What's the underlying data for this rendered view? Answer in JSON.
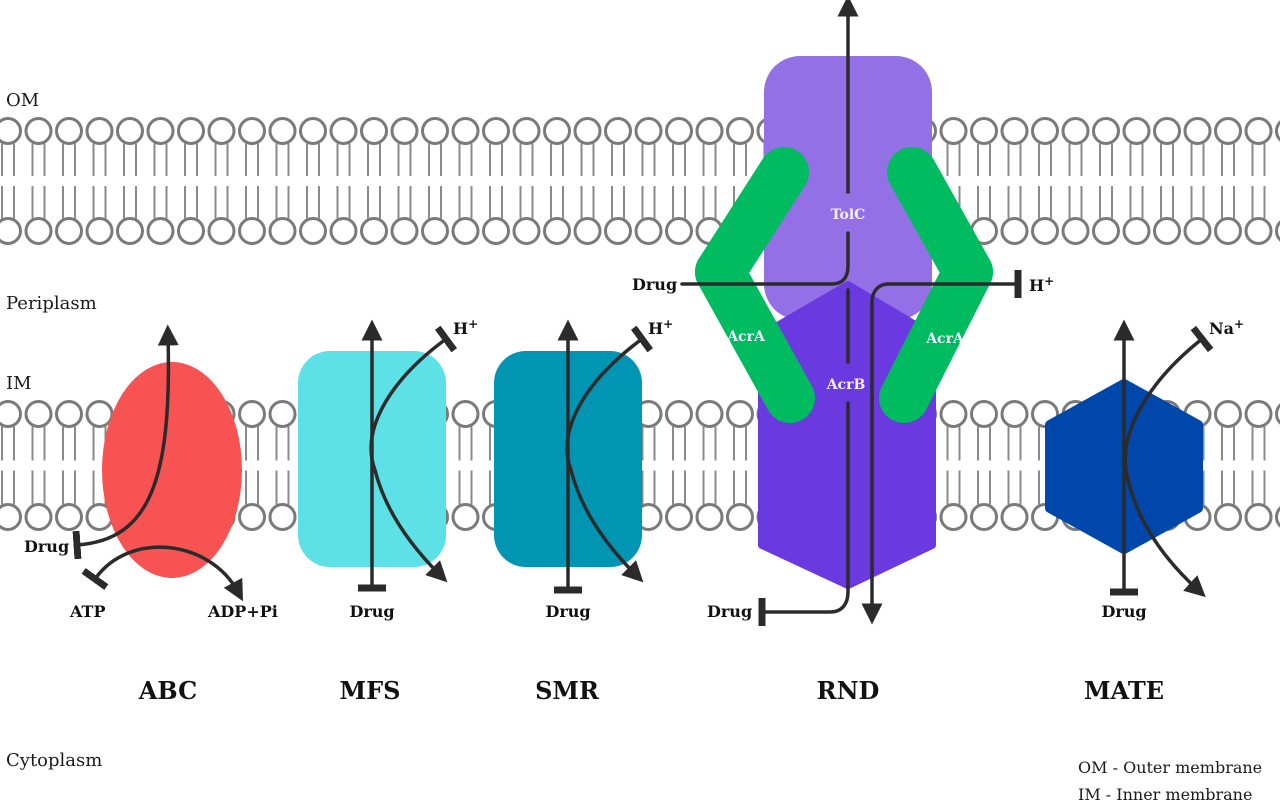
{
  "regions": {
    "outer_membrane": "OM",
    "periplasm": "Periplasm",
    "inner_membrane": "IM",
    "cytoplasm": "Cytoplasm"
  },
  "legend": {
    "om": "OM - Outer membrane",
    "im": "IM - Inner membrane"
  },
  "colors": {
    "abc": "#f75353",
    "mfs": "#5de0e6",
    "smr": "#0095b3",
    "tolc": "#9470e6",
    "acrb": "#6a3ae0",
    "acra": "#00bb60",
    "mate": "#0047ab",
    "membrane": "#7a7a7a",
    "arrow": "#2b2b2b"
  },
  "transporters": {
    "abc": {
      "family": "ABC",
      "substrate": "Drug",
      "energy_in": "ATP",
      "energy_out": "ADP+Pi"
    },
    "mfs": {
      "family": "MFS",
      "substrate": "Drug",
      "ion": "H",
      "ion_charge": "+"
    },
    "smr": {
      "family": "SMR",
      "substrate": "Drug",
      "ion": "H",
      "ion_charge": "+"
    },
    "rnd": {
      "family": "RND",
      "substrate_periplasm": "Drug",
      "substrate_cytoplasm": "Drug",
      "ion": "H",
      "ion_charge": "+",
      "components": {
        "outer": "TolC",
        "adaptor_left": "AcrA",
        "adaptor_right": "AcrA",
        "inner": "AcrB"
      }
    },
    "mate": {
      "family": "MATE",
      "substrate": "Drug",
      "ion": "Na",
      "ion_charge": "+"
    }
  }
}
